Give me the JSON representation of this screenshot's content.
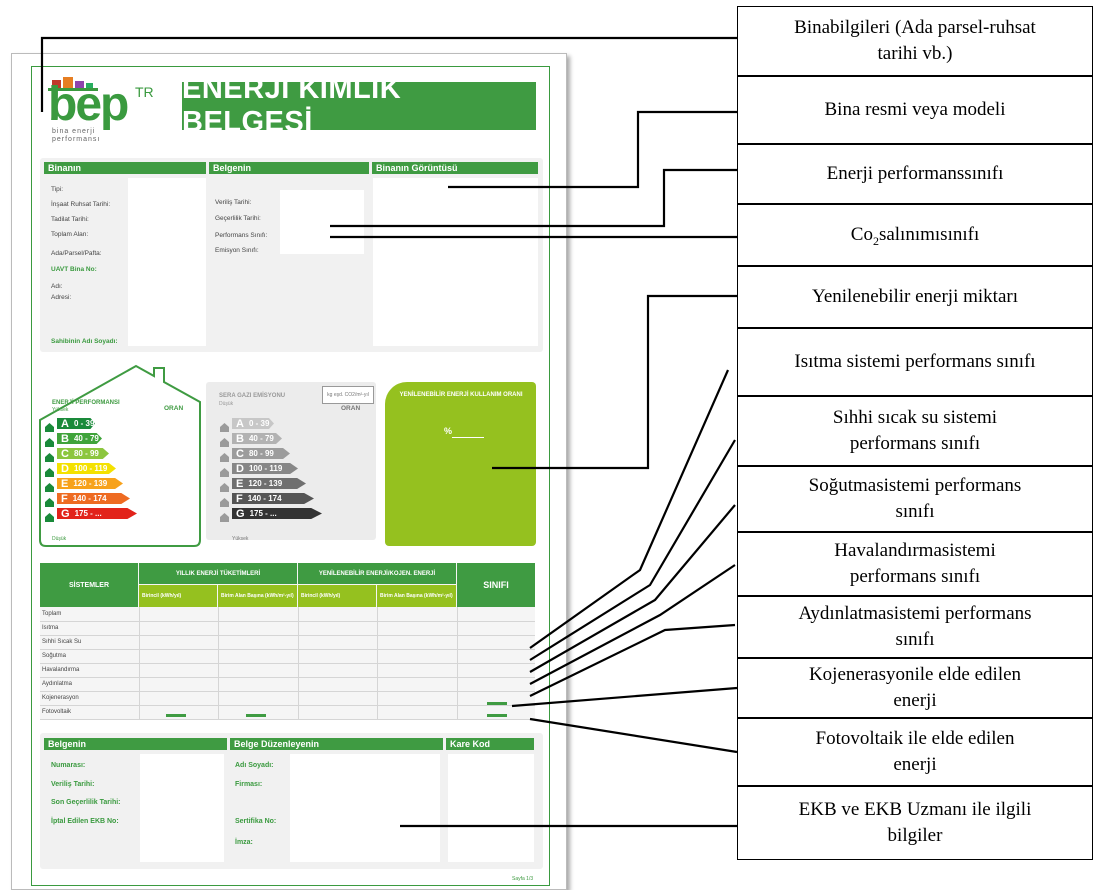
{
  "document": {
    "logo_text": "bep",
    "logo_sup": "TR",
    "logo_sub1": "bina enerji",
    "logo_sub2": "performansı",
    "banner": "ENERJİ KİMLİK BELGESİ",
    "sections": {
      "binanin": "Binanın",
      "belgenin": "Belgenin",
      "goruntu": "Binanın Görüntüsü"
    },
    "bina_fields": [
      "Tipi:",
      "İnşaat Ruhsat Tarihi:",
      "Tadilat Tarihi:",
      "Toplam Alan:",
      "Ada/Parsel/Pafta:"
    ],
    "uavt": "UAVT Bina No:",
    "ad_fields": [
      "Adı:",
      "Adresi:"
    ],
    "sahibi": "Sahibinin Adı Soyadı:",
    "belge_fields": [
      "Veriliş Tarihi:",
      "Geçerlilik Tarihi:",
      "Performans Sınıfı:",
      "Emisyon Sınıfı:"
    ],
    "energy": {
      "title": "ENERJİ PERFORMANSI",
      "sub_top": "Yüksek",
      "oran": "ORAN",
      "sub_bottom": "Düşük",
      "classes": [
        {
          "letter": "A",
          "range": "0 - 39",
          "color": "#1a8a3a"
        },
        {
          "letter": "B",
          "range": "40 - 79",
          "color": "#3fa33a"
        },
        {
          "letter": "C",
          "range": "80 - 99",
          "color": "#8cc63e"
        },
        {
          "letter": "D",
          "range": "100 - 119",
          "color": "#f4e100"
        },
        {
          "letter": "E",
          "range": "120 - 139",
          "color": "#f7a21b"
        },
        {
          "letter": "F",
          "range": "140 - 174",
          "color": "#ee6b22"
        },
        {
          "letter": "G",
          "range": "175 - ...",
          "color": "#e2231a"
        }
      ]
    },
    "emission": {
      "title": "SERA GAZI EMİSYONU",
      "sub_top": "Düşük",
      "unit": "kg eşd. CO2/m²-yıl",
      "oran": "ORAN",
      "sub_bottom": "Yüksek",
      "classes": [
        {
          "letter": "A",
          "range": "0 - 39",
          "color": "#c7c7c7"
        },
        {
          "letter": "B",
          "range": "40 - 79",
          "color": "#b2b2b2"
        },
        {
          "letter": "C",
          "range": "80 - 99",
          "color": "#9c9c9c"
        },
        {
          "letter": "D",
          "range": "100 - 119",
          "color": "#878787"
        },
        {
          "letter": "E",
          "range": "120 - 139",
          "color": "#6f6f6f"
        },
        {
          "letter": "F",
          "range": "140 - 174",
          "color": "#555555"
        },
        {
          "letter": "G",
          "range": "175 - ...",
          "color": "#333333"
        }
      ]
    },
    "renewable": {
      "title": "YENİLENEBİLİR ENERJİ KULLANIM ORANI",
      "percent": "%"
    },
    "table": {
      "sistemler": "SİSTEMLER",
      "yillik": "YILLIK ENERJİ TÜKETİMLERİ",
      "yenilenebilir": "YENİLENEBİLİR ENERJİ/KOJEN. ENERJİ",
      "sinifi": "SINIFI",
      "sub": [
        "Birincil (kWh/yıl)",
        "Birim Alan Başına (kWh/m²-yıl)",
        "Birincil (kWh/yıl)",
        "Birim Alan Başına (kWh/m²-yıl)"
      ],
      "rows": [
        "Toplam",
        "Isıtma",
        "Sıhhi Sıcak Su",
        "Soğutma",
        "Havalandırma",
        "Aydınlatma",
        "Kojenerasyon",
        "Fotovoltaik"
      ]
    },
    "footer": {
      "belgenin": "Belgenin",
      "duzenleyen": "Belge Düzenleyenin",
      "karekod": "Kare Kod",
      "left_fields": [
        "Numarası:",
        "Veriliş Tarihi:",
        "Son Geçerlilik Tarihi:",
        "İptal Edilen EKB No:"
      ],
      "right_fields": [
        "Adı Soyadı:",
        "Firması:",
        "Sertifika No:",
        "İmza:"
      ],
      "page": "Sayfa 1/3"
    }
  },
  "callouts": [
    {
      "id": "bina-bilgileri",
      "line1": "Binabilgileri (Ada parsel-ruhsat",
      "line2": "tarihi vb.)"
    },
    {
      "id": "bina-resmi",
      "line1": "Bina resmi veya modeli"
    },
    {
      "id": "enerji-perf",
      "line1": "Enerji performanssınıfı"
    },
    {
      "id": "co2",
      "line1_pre": "Co",
      "line1_sub": "2",
      "line1_post": "salınımısınıfı"
    },
    {
      "id": "yenilenebilir",
      "line1": "Yenilenebilir enerji miktarı"
    },
    {
      "id": "isitma",
      "line1": "Isıtma sistemi performans sınıfı"
    },
    {
      "id": "sihhi",
      "line1": "Sıhhi sıcak su sistemi",
      "line2": "performans sınıfı"
    },
    {
      "id": "sogutma",
      "line1": "Soğutmasistemi performans",
      "line2": "sınıfı"
    },
    {
      "id": "havalandirma",
      "line1": "Havalandırmasistemi",
      "line2": "performans sınıfı"
    },
    {
      "id": "aydinlatma",
      "line1": "Aydınlatmasistemi performans",
      "line2": "sınıfı"
    },
    {
      "id": "kojenerasyon",
      "line1": "Kojenerasyonile elde edilen",
      "line2": "enerji"
    },
    {
      "id": "fotovoltaik",
      "line1": "Fotovoltaik ile elde edilen",
      "line2": "enerji"
    },
    {
      "id": "ekb",
      "line1": "EKB ve EKB Uzmanı ile ilgili",
      "line2": "bilgiler"
    }
  ]
}
